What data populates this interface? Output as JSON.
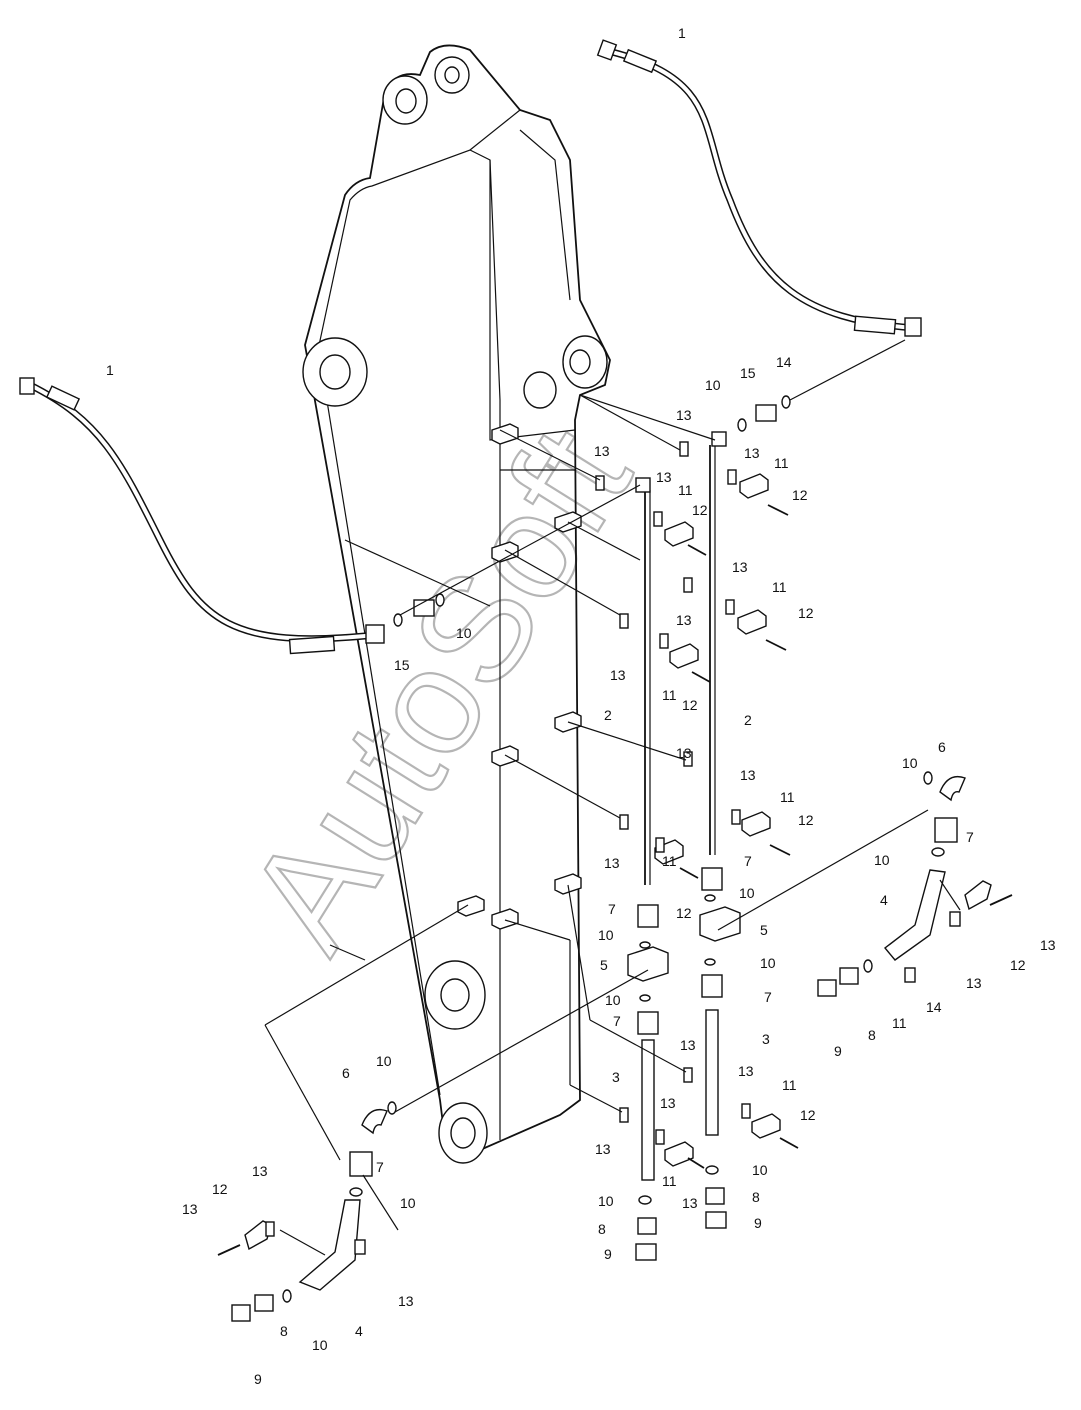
{
  "watermark": "AutoSoft",
  "part_numbers": [
    "1",
    "2",
    "3",
    "4",
    "5",
    "6",
    "7",
    "8",
    "9",
    "10",
    "11",
    "12",
    "13",
    "14",
    "15"
  ],
  "callouts": [
    {
      "text": "1"
    },
    {
      "text": "1"
    },
    {
      "text": "2"
    },
    {
      "text": "2"
    },
    {
      "text": "3"
    },
    {
      "text": "3"
    },
    {
      "text": "4"
    },
    {
      "text": "4"
    },
    {
      "text": "5"
    },
    {
      "text": "5"
    },
    {
      "text": "6"
    },
    {
      "text": "6"
    },
    {
      "text": "7"
    },
    {
      "text": "7"
    },
    {
      "text": "7"
    },
    {
      "text": "7"
    },
    {
      "text": "7"
    },
    {
      "text": "7"
    },
    {
      "text": "8"
    },
    {
      "text": "8"
    },
    {
      "text": "8"
    },
    {
      "text": "8"
    },
    {
      "text": "9"
    },
    {
      "text": "9"
    },
    {
      "text": "9"
    },
    {
      "text": "9"
    },
    {
      "text": "10"
    },
    {
      "text": "10"
    },
    {
      "text": "10"
    },
    {
      "text": "10"
    },
    {
      "text": "10"
    },
    {
      "text": "10"
    },
    {
      "text": "10"
    },
    {
      "text": "10"
    },
    {
      "text": "10"
    },
    {
      "text": "10"
    },
    {
      "text": "10"
    },
    {
      "text": "10"
    },
    {
      "text": "10"
    },
    {
      "text": "11"
    },
    {
      "text": "11"
    },
    {
      "text": "11"
    },
    {
      "text": "11"
    },
    {
      "text": "11"
    },
    {
      "text": "11"
    },
    {
      "text": "11"
    },
    {
      "text": "11"
    },
    {
      "text": "11"
    },
    {
      "text": "12"
    },
    {
      "text": "12"
    },
    {
      "text": "12"
    },
    {
      "text": "12"
    },
    {
      "text": "12"
    },
    {
      "text": "12"
    },
    {
      "text": "12"
    },
    {
      "text": "12"
    },
    {
      "text": "12"
    },
    {
      "text": "13"
    },
    {
      "text": "13"
    },
    {
      "text": "13"
    },
    {
      "text": "13"
    },
    {
      "text": "13"
    },
    {
      "text": "13"
    },
    {
      "text": "13"
    },
    {
      "text": "13"
    },
    {
      "text": "13"
    },
    {
      "text": "13"
    },
    {
      "text": "13"
    },
    {
      "text": "13"
    },
    {
      "text": "13"
    },
    {
      "text": "13"
    },
    {
      "text": "13"
    },
    {
      "text": "13"
    },
    {
      "text": "13"
    },
    {
      "text": "13"
    },
    {
      "text": "13"
    },
    {
      "text": "13"
    },
    {
      "text": "14"
    },
    {
      "text": "14"
    },
    {
      "text": "15"
    },
    {
      "text": "15"
    }
  ]
}
